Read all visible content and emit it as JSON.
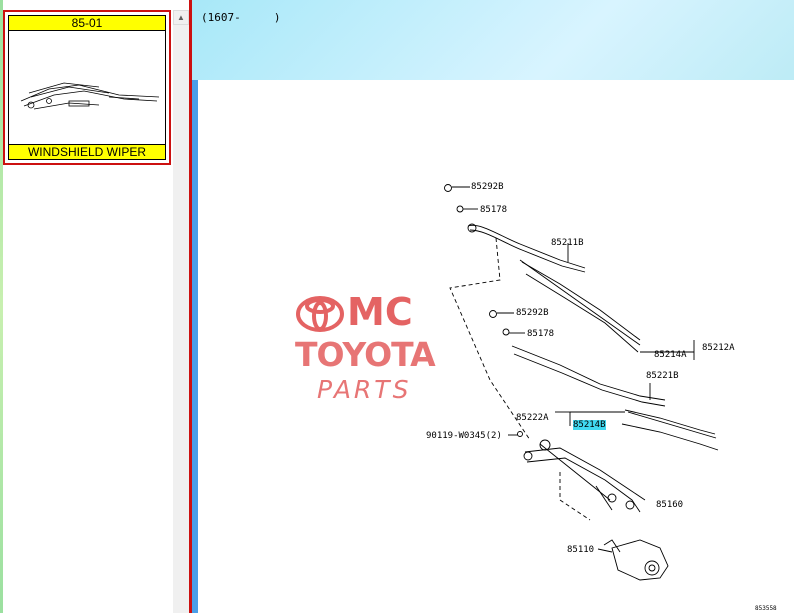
{
  "thumbnail": {
    "code": "85-01",
    "title": "WINDSHIELD WIPER"
  },
  "scrollbar": {
    "up_arrow": "▲"
  },
  "header": {
    "text": "(1607-     )"
  },
  "watermark": {
    "mc": "MC",
    "toyota": "TOYOTA",
    "parts": "PARTS"
  },
  "labels": {
    "p85292b_1": "85292B",
    "p85178_1": "85178",
    "p85211b": "85211B",
    "p85292b_2": "85292B",
    "p85178_2": "85178",
    "p85214a": "85214A",
    "p85212a": "85212A",
    "p85221b": "85221B",
    "p85222a": "85222A",
    "p85214b": "85214B",
    "p90119": "90119-W0345(2)",
    "p85160": "85160",
    "p85110": "85110",
    "footer_code": "853558"
  },
  "colors": {
    "highlight": "#40d8f0",
    "frame": "#cc1010",
    "title_bg": "#ffff00"
  }
}
